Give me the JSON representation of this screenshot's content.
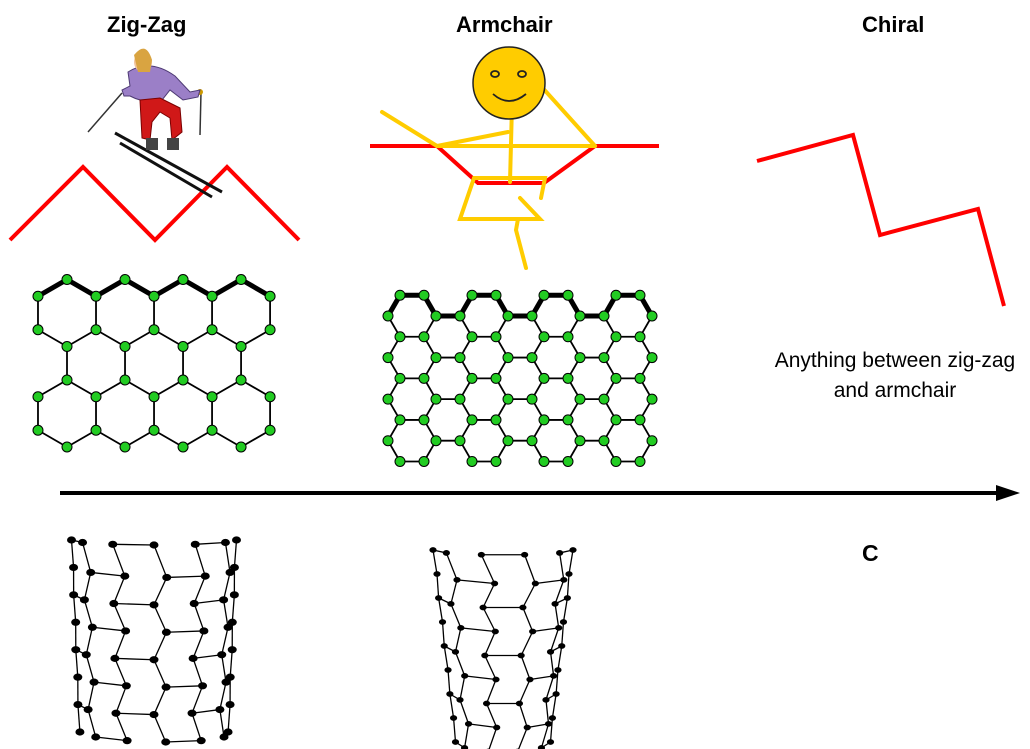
{
  "headings": {
    "zigzag": "Zig-Zag",
    "armchair": "Armchair",
    "chiral": "Chiral"
  },
  "chiral_note": "Anything between zig-zag and armchair",
  "axis_label": "C",
  "colors": {
    "edge_line": "#ff0000",
    "stick_figure": "#ffcc00",
    "atom": "#22cc22",
    "bond": "#000000"
  },
  "icons": [
    "skier-icon",
    "smiley-face-icon",
    "zigzag-nanotube-icon",
    "armchair-nanotube-icon",
    "arrow-right-icon"
  ]
}
